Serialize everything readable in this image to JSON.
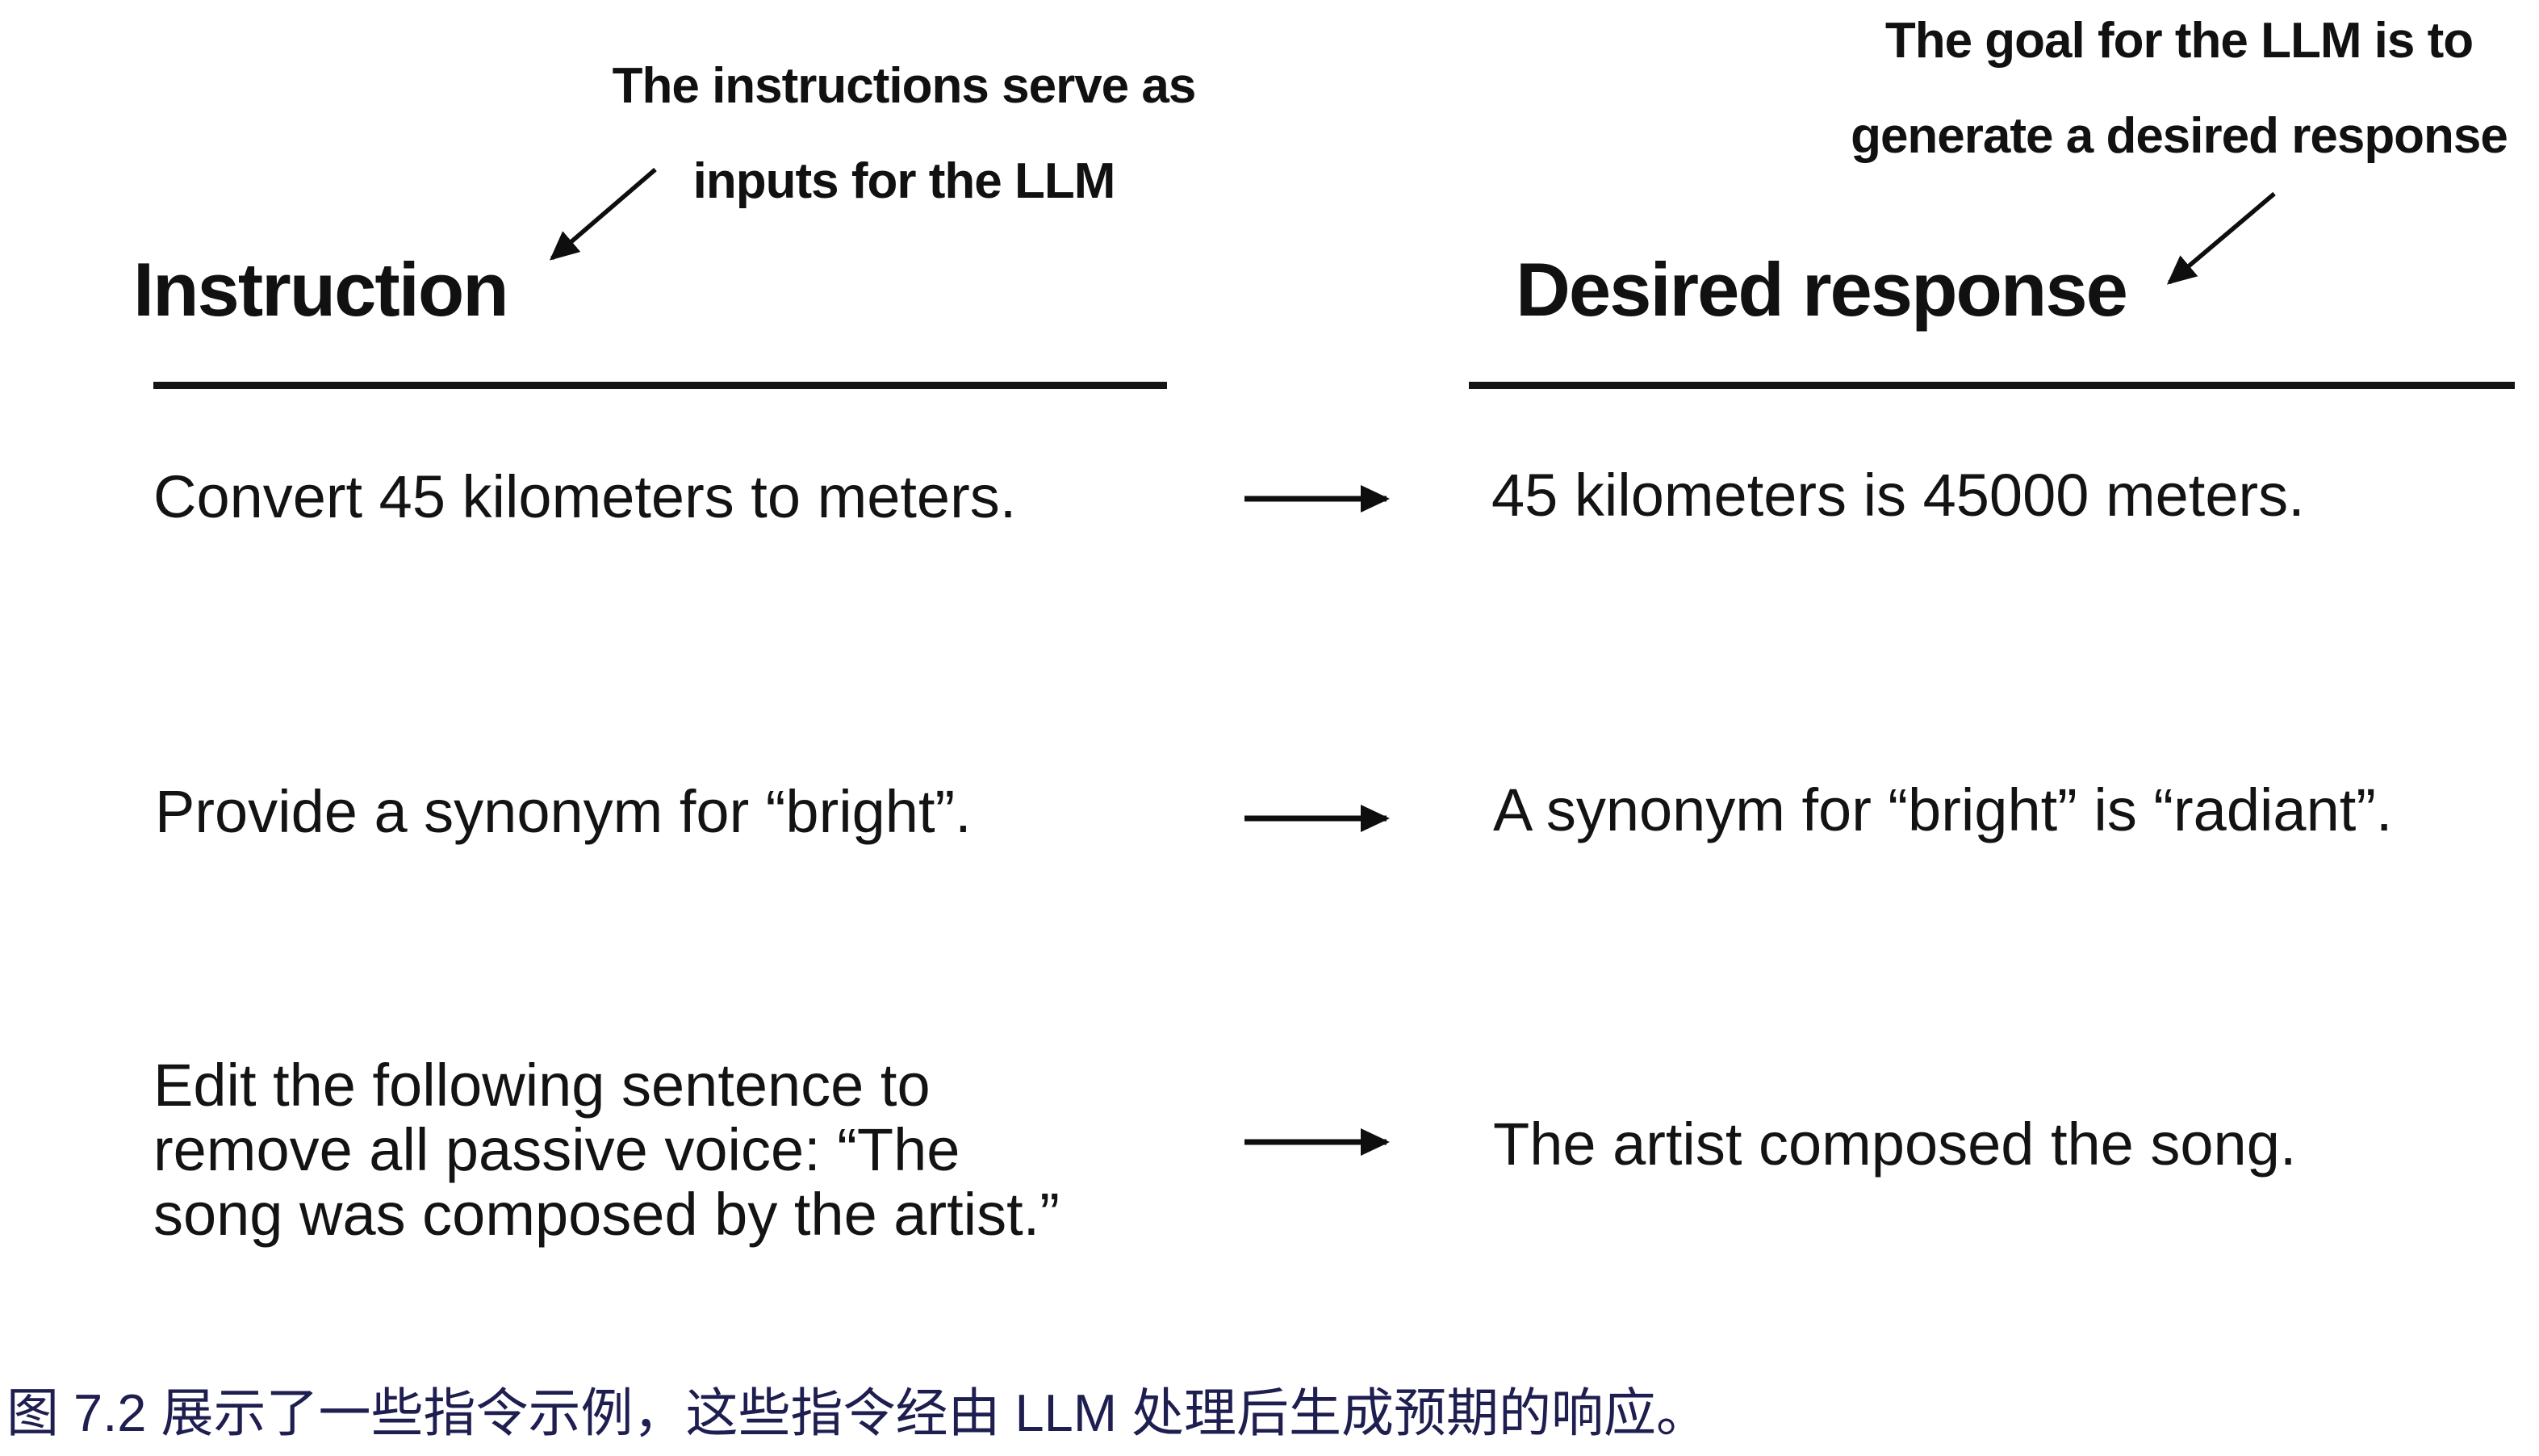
{
  "figure": {
    "annotations": {
      "left": {
        "line1": "The instructions serve as",
        "line2": "inputs for the LLM"
      },
      "right": {
        "line1": "The goal for the LLM is to",
        "line2": "generate a desired response"
      }
    },
    "headers": {
      "instruction": "Instruction",
      "response": "Desired response"
    },
    "rows": [
      {
        "instruction": "Convert 45 kilometers to meters.",
        "response": "45 kilometers is 45000 meters."
      },
      {
        "instruction": "Provide a synonym for “bright”.",
        "response": "A synonym for “bright” is “radiant”."
      },
      {
        "instruction_lines": [
          "Edit the following sentence to",
          "remove all passive voice: “The",
          "song was composed by the artist.”"
        ],
        "response": "The artist composed the song."
      }
    ],
    "caption": "图 7.2 展示了一些指令示例，这些指令经由 LLM 处理后生成预期的响应。",
    "colors": {
      "text": "#131313",
      "caption": "#1e1e50",
      "background": "#ffffff"
    }
  }
}
